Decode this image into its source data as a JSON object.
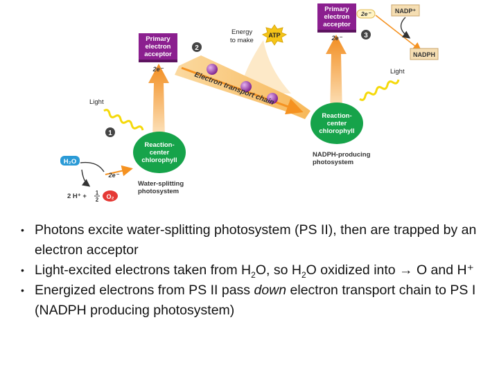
{
  "diagram": {
    "ps2": {
      "label_line1": "Reaction-",
      "label_line2": "center",
      "label_line3": "chlorophyll",
      "caption_line1": "Water-splitting",
      "caption_line2": "photosystem"
    },
    "ps1": {
      "label_line1": "Reaction-",
      "label_line2": "center",
      "label_line3": "chlorophyll",
      "caption_line1": "NADPH-producing",
      "caption_line2": "photosystem"
    },
    "acceptor1": {
      "line1": "Primary",
      "line2": "electron",
      "line3": "acceptor",
      "electrons": "2e⁻"
    },
    "acceptor2": {
      "line1": "Primary",
      "line2": "electron",
      "line3": "acceptor",
      "electrons": "2e⁻"
    },
    "etc_label": "Electron transport chain",
    "energy_line1": "Energy",
    "energy_line2": "to make",
    "atp": "ATP",
    "light1": "Light",
    "light2": "Light",
    "step1": "1",
    "step2": "2",
    "step3": "3",
    "h2o": "H₂O",
    "electrons_water": "2e⁻",
    "electrons_nadp": "2e⁻",
    "products_left": "2 H⁺ +",
    "half_num": "1",
    "half_den": "2",
    "o2": "O₂",
    "nadp_plus": "NADP⁺",
    "nadph": "NADPH",
    "colors": {
      "chlorophyll": "#16a34a",
      "acceptor": "#8b1f8f",
      "arrow": "#f59221",
      "h2o": "#2a9ad6",
      "o2": "#e53935",
      "nadp": "#f5deb3",
      "atp": "#f5c518"
    }
  },
  "bullets": [
    {
      "text": "Photons excite water-splitting photosystem (PS II), then are trapped by an electron acceptor"
    },
    {
      "pre": "Light-excited electrons taken from H",
      "sub1": "2",
      "mid": "O, so H",
      "sub2": "2",
      "post": "O oxidized into → O and H⁺"
    },
    {
      "pre": "Energized electrons from PS II pass ",
      "em": "down",
      "post": " electron transport chain to PS I (NADPH producing photosystem)"
    }
  ]
}
